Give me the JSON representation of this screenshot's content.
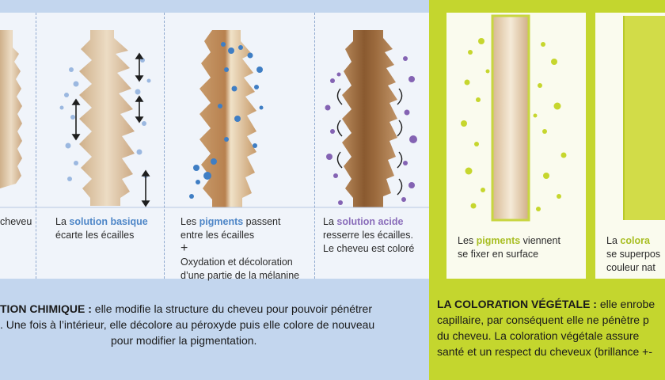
{
  "captions": {
    "c0": "cheveu",
    "c1_pre": "La ",
    "c1_hl": "solution basique",
    "c1_l2": "écarte les écailles",
    "c2_pre": "Les ",
    "c2_hl": "pigments",
    "c2_post": " passent",
    "c2_l2": "entre les écailles",
    "c2_plus": "+",
    "c2_l3": "Oxydation et décoloration",
    "c2_l4": "d’une partie de la mélanine",
    "c3_pre": "La ",
    "c3_hl": "solution acide",
    "c3_l2": "resserre les écailles.",
    "c3_l3": "Le cheveu est coloré",
    "c4_pre": "Les ",
    "c4_hl": "pigments",
    "c4_post": " viennent",
    "c4_l2": "se fixer en surface",
    "c5_pre": "La ",
    "c5_hl": "colora",
    "c5_l2": "se superpos",
    "c5_l3": "couleur nat"
  },
  "paragraphs": {
    "chem_title": "TION CHIMIQUE :",
    "chem_l1": " elle modifie la structure du cheveu pour pouvoir pénétrer",
    "chem_l2": ". Une fois à l’intérieur, elle décolore au péroxyde puis elle colore de nouveau",
    "chem_l3": "pour modifier la pigmentation.",
    "veg_title": "LA COLORATION VÉGÉTALE :",
    "veg_l1": " elle enrobe",
    "veg_l2": "capillaire, par conséquent elle ne pénètre p",
    "veg_l3": "du  cheveu.  La  coloration  végétale  assure",
    "veg_l4": "santé et un respect du cheveux (brillance +-"
  },
  "colors": {
    "left_bg": "#c3d6ee",
    "right_bg": "#c4d62e",
    "blue_accent": "#4e86c7",
    "purple_accent": "#8a6dba",
    "green_accent": "#a8be22",
    "hair_tan": "#dcc3a2"
  }
}
